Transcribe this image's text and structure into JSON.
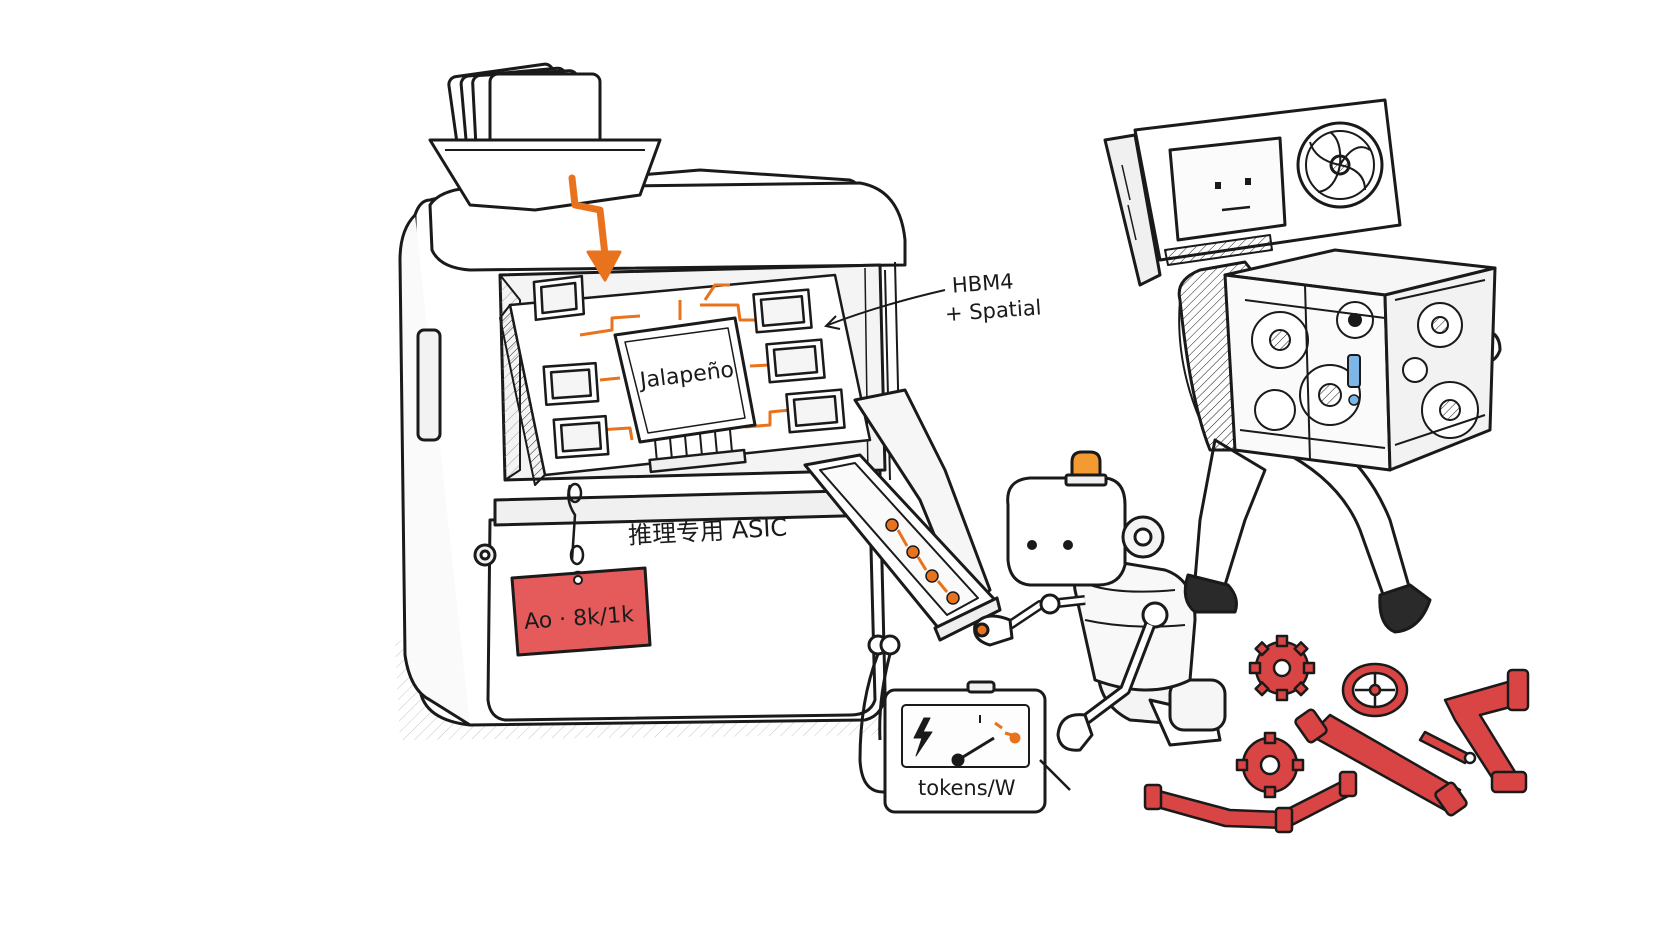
{
  "labels": {
    "chip": "Jalapeño",
    "memory_line1": "HBM4",
    "memory_line2": "+ Spatial",
    "machine": "推理专用 ASIC",
    "tag": "Ao · 8k/1k",
    "meter": "tokens/W"
  },
  "colors": {
    "ink": "#1a1a1a",
    "accent_orange": "#e8731c",
    "tag_red": "#e55b5b",
    "pipe_red": "#d94444",
    "paper": "#ffffff"
  },
  "icons": {
    "meter_symbol": "lightning-bolt-icon",
    "robot_beacon": "beacon-icon"
  }
}
